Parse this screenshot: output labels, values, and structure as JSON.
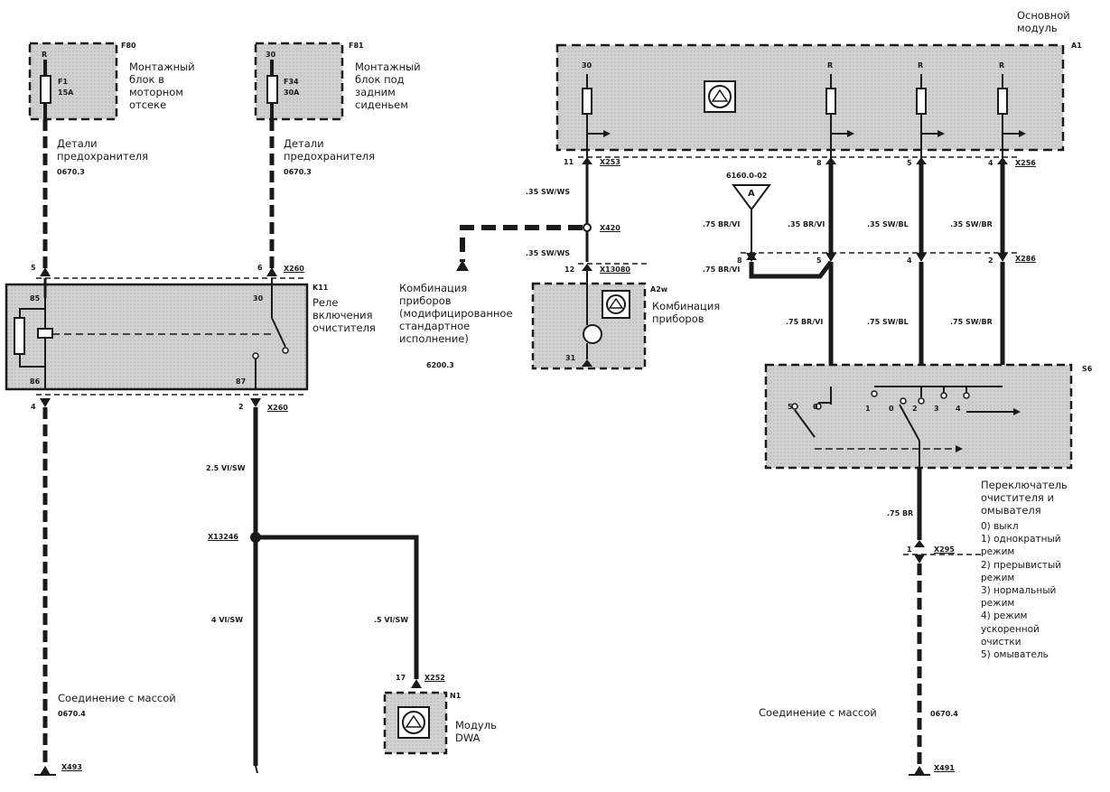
{
  "fuse_box_engine": {
    "id": "F80",
    "text": "Монтажный\nблок в\nмоторном\nотсеке",
    "fuse_id": "F1",
    "fuse_rating": "15A",
    "terminal": "R"
  },
  "fuse_box_rear": {
    "id": "F81",
    "text": "Монтажный\nблок под\nзадним\nсиденьем",
    "fuse_id": "F34",
    "fuse_rating": "30A",
    "terminal": "30"
  },
  "fuse_details_left": {
    "text": "Детали\nпредохранителя",
    "ref": "0670.3"
  },
  "fuse_details_right": {
    "text": "Детали\nпредохранителя",
    "ref": "0670.3"
  },
  "relay": {
    "id": "K11",
    "text": "Реле\nвключения\nочистителя",
    "pins": [
      "85",
      "30",
      "86",
      "87"
    ],
    "connector_top": "X260",
    "connector_bottom": "X260",
    "pin_top_left": "5",
    "pin_top_right": "6",
    "pin_bottom_left": "4",
    "pin_bottom_right": "2"
  },
  "wires": {
    "w_25_vwsw": "2.5 VI/SW",
    "w_4_vwsw": "4 VI/SW",
    "w_5_vwsw": ".5 VI/SW",
    "w_35_swws_a": ".35 SW/WS",
    "w_35_swws_b": ".35 SW/WS",
    "w_75_brvi_a": ".75 BR/VI",
    "w_75_brvi_b": ".75 BR/VI",
    "w_35_brvi": ".35 BR/VI",
    "w_35_swbl": ".35 SW/BL",
    "w_35_swbr": ".35 SW/BR",
    "w_75_brvi_c": ".75 BR/VI",
    "w_75_swbl": ".75 SW/BL",
    "w_75_swbr": ".75 SW/BR",
    "w_75_br": ".75 BR"
  },
  "splice": {
    "id": "X13246"
  },
  "dwa": {
    "id": "N1",
    "text": "Модуль\nDWA",
    "connector": "X252",
    "pin": "17"
  },
  "ground_left": {
    "text": "Соединение с массой",
    "ref": "0670.4",
    "connector": "X493"
  },
  "ground_right": {
    "text": "Соединение с массой",
    "ref": "0670.4",
    "connector": "X491"
  },
  "main_module": {
    "id": "A1",
    "text": "Основной\nмодуль",
    "terminals": [
      "30",
      "R",
      "R",
      "R"
    ],
    "connector": "X253",
    "connector2": "X256",
    "pins": [
      "11",
      "8",
      "5",
      "4"
    ]
  },
  "cluster_variant": {
    "text": "Комбинация\nприборов\n(модифицированное\nстандартное\nисполнение)",
    "ref": "6200.3",
    "connector": "X420"
  },
  "cluster": {
    "id": "A2w",
    "text": "Комбинация\nприборов",
    "connector": "X13080",
    "pin": "12",
    "pin_bottom": "31"
  },
  "ref_a": {
    "ref": "6160.0-02",
    "symbol": "A"
  },
  "sw_connector": {
    "id": "X286",
    "pins": [
      "8",
      "5",
      "4",
      "2"
    ]
  },
  "switch": {
    "id": "S6",
    "title": "Переключатель\nочистителя и\nомывателя",
    "modes": "0) выкл\n1) однократный\nрежим\n2) прерывистый\nрежим\n3) нормальный\nрежим\n4) режим\nускоренной\nочистки\n5) омыватель",
    "positions": [
      "5",
      "0",
      "1",
      "0",
      "2",
      "3",
      "4"
    ]
  },
  "switch_out": {
    "connector": "X295",
    "pin": "1"
  }
}
